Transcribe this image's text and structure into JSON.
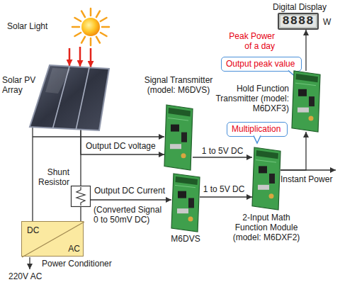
{
  "diagram": {
    "nodes": [
      {
        "text": [
          "Solar Light"
        ]
      },
      {
        "text": [
          "Digital Display",
          "8888",
          "W"
        ]
      },
      {
        "text": [
          "Output peak value"
        ]
      },
      {
        "text": [
          "Hold Function Transmitter (model: M6DXF3)"
        ]
      },
      {
        "text": [
          "Solar PV Array"
        ]
      },
      {
        "text": [
          "Signal Transmitter (model: M6DVS)"
        ]
      },
      {
        "text": [
          "Multiplication"
        ]
      },
      {
        "text": [
          "2-Input Math Function Module (model: M6DXF2)"
        ]
      },
      {
        "text": [
          "Shunt Resistor"
        ]
      },
      {
        "text": [
          "M6DVS"
        ]
      },
      {
        "text": [
          "DC",
          "AC",
          "Power Conditioner"
        ]
      }
    ],
    "edges": [
      {
        "from": 0,
        "to": 4,
        "arrow": "to"
      },
      {
        "from": 4,
        "to": 5,
        "label": "Output DC voltage",
        "arrow": "to"
      },
      {
        "from": 4,
        "to": 8,
        "arrow": "none"
      },
      {
        "from": 4,
        "to": 10,
        "arrow": "none"
      },
      {
        "from": 8,
        "to": 10,
        "arrow": "none"
      },
      {
        "from": 8,
        "to": 9,
        "label": "Output DC Current",
        "arrow": "to"
      },
      {
        "from": 5,
        "to": 7,
        "label": "1 to 5V DC",
        "arrow": "to"
      },
      {
        "from": 9,
        "to": 7,
        "label": "1 to 5V DC",
        "arrow": "to"
      },
      {
        "from": 7,
        "to": 3,
        "arrow": "to"
      },
      {
        "from": 3,
        "to": 1,
        "arrow": "to"
      }
    ],
    "labels": [
      "Peak Power of a day",
      "(Converted Signal 0 to 50mV DC)",
      "Instant Power",
      "220V AC"
    ]
  }
}
